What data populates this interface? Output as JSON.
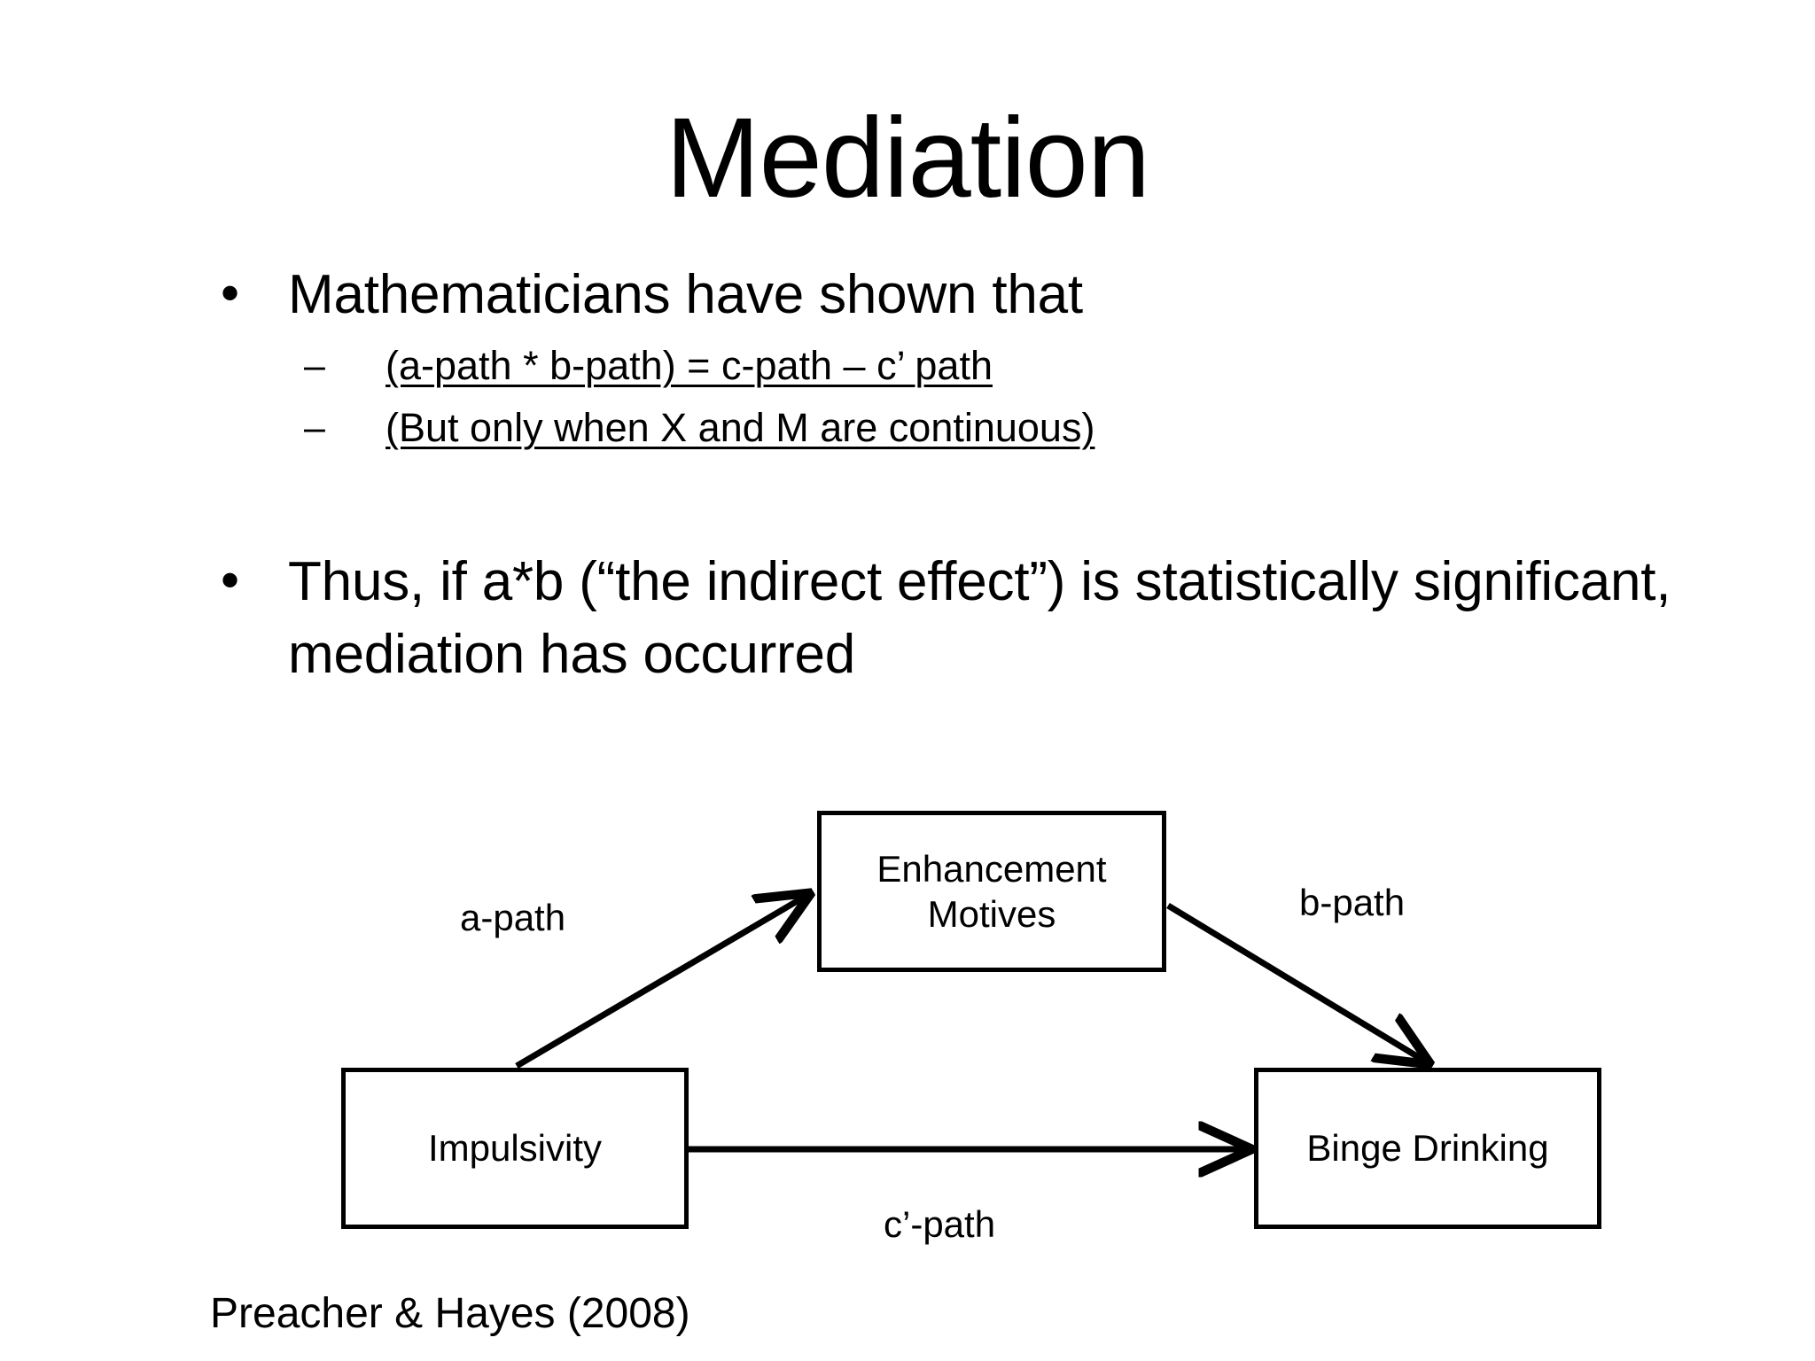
{
  "slide": {
    "title": "Mediation",
    "background_color": "#ffffff",
    "text_color": "#000000"
  },
  "body": {
    "blocks": [
      {
        "level": 1,
        "marker": "•",
        "text": "Mathematicians have shown that",
        "underline": false
      },
      {
        "level": 2,
        "marker": "–",
        "text": "(a-path * b-path) = c-path – c’ path",
        "underline": true
      },
      {
        "level": 2,
        "marker": "–",
        "text": "(But only when X and M are continuous)",
        "underline": true
      },
      {
        "level": 1,
        "marker": "•",
        "text": "Thus, if a*b (“the indirect effect”) is statistically significant, mediation has occurred",
        "underline": false
      }
    ]
  },
  "diagram": {
    "type": "mediation-path-model",
    "nodes": [
      {
        "id": "mediator",
        "label": "Enhancement\nMotives",
        "label_line1": "Enhancement",
        "label_line2": "Motives"
      },
      {
        "id": "predictor",
        "label": "Impulsivity"
      },
      {
        "id": "outcome",
        "label": "Binge Drinking"
      }
    ],
    "edges": [
      {
        "id": "a-path",
        "label": "a-path",
        "from": "predictor",
        "to": "mediator"
      },
      {
        "id": "b-path",
        "label": "b-path",
        "from": "mediator",
        "to": "outcome"
      },
      {
        "id": "c-prime",
        "label": "c’-path",
        "from": "predictor",
        "to": "outcome"
      }
    ],
    "stroke_color": "#000000",
    "fill_color": "#ffffff"
  },
  "citation": "Preacher & Hayes (2008)"
}
